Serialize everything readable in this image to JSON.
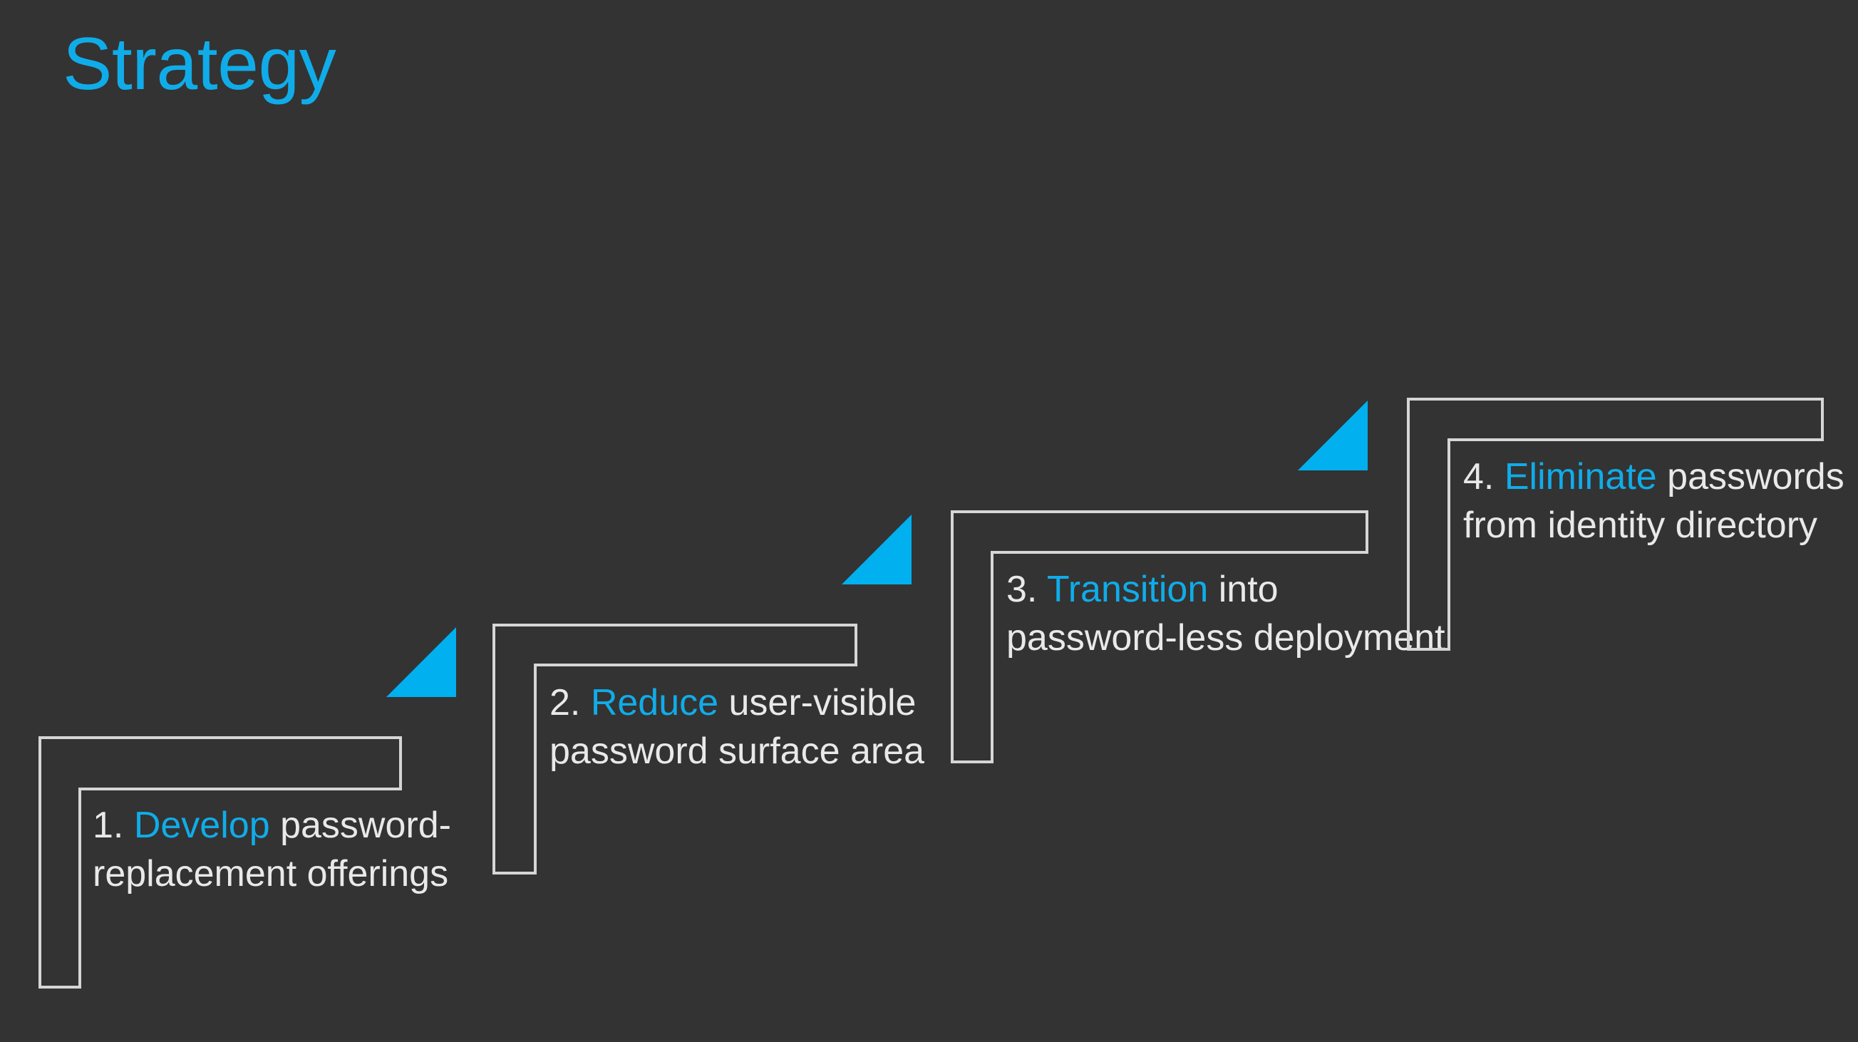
{
  "slide": {
    "title": "Strategy",
    "background_color": "#333333",
    "accent_color": "#10ace9",
    "outline_color": "#d6d6d6",
    "text_color": "#e9e9e9",
    "triangle_color": "#00b0ef"
  },
  "steps": [
    {
      "number": "1.",
      "keyword": "Develop",
      "line1_rest": " password-",
      "line2": "replacement offerings",
      "full_text": "1. Develop password-replacement offerings"
    },
    {
      "number": "2.",
      "keyword": "Reduce",
      "line1_rest": " user-visible",
      "line2": "password surface area",
      "full_text": "2. Reduce user-visible password surface area"
    },
    {
      "number": "3.",
      "keyword": "Transition",
      "line1_rest": " into",
      "line2": "password-less deployment",
      "full_text": "3. Transition into password-less deployment"
    },
    {
      "number": "4.",
      "keyword": "Eliminate",
      "line1_rest": " passwords",
      "line2": "from identity directory",
      "full_text": "4. Eliminate passwords from identity directory"
    }
  ],
  "connectors": [
    {
      "name": "triangle-1-to-2"
    },
    {
      "name": "triangle-2-to-3"
    },
    {
      "name": "triangle-3-to-4"
    }
  ]
}
